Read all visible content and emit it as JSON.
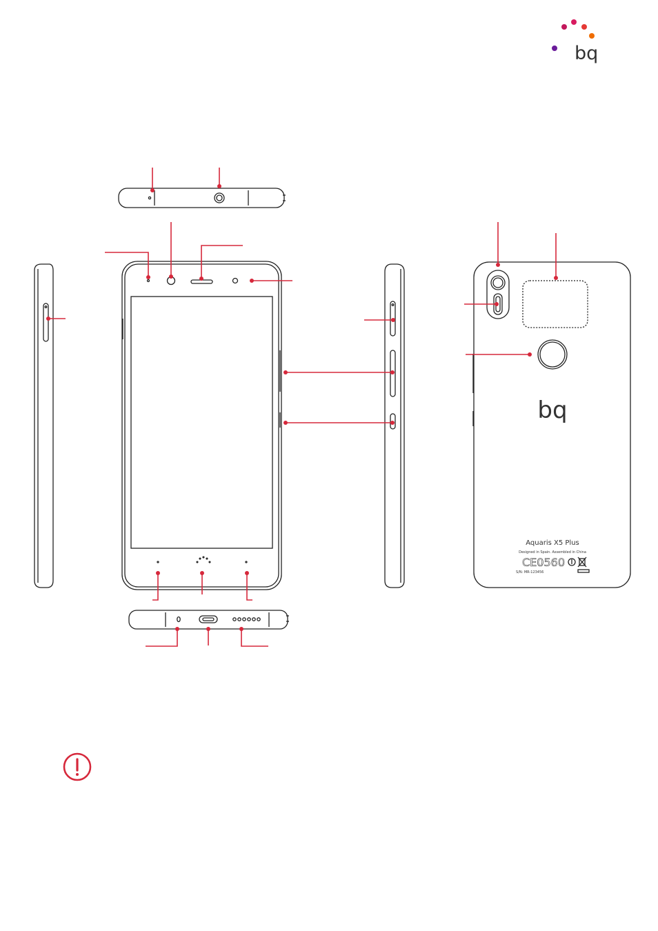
{
  "brand": {
    "logo_text": "bq",
    "dot_colors": [
      "#d81b60",
      "#c2185b",
      "#e53935",
      "#ef6c00",
      "#6a1b9a"
    ]
  },
  "diagram": {
    "accent_color": "#d6283b",
    "outline_color": "#222222",
    "back_logo_text": "bq",
    "model_name": "Aquaris X5 Plus",
    "designed_text": "Designed in Spain. Assembled in China",
    "cert_text": "CE0560",
    "serial_text": "S/N: MR-123456"
  },
  "warning": {
    "icon": "exclamation-circle-icon"
  }
}
